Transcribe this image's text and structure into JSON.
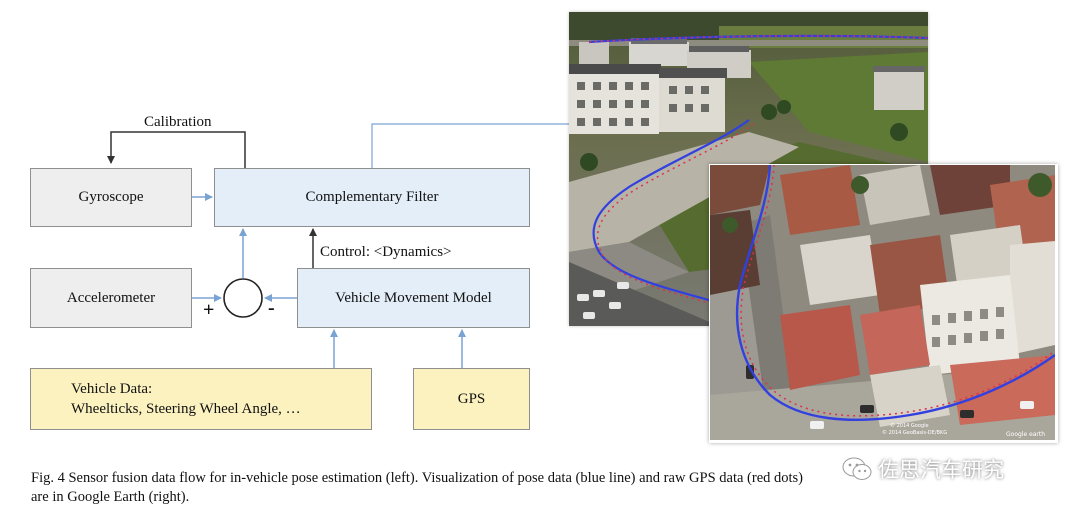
{
  "diagram": {
    "nodes": {
      "gyroscope": "Gyroscope",
      "complementary_filter": "Complementary Filter",
      "accelerometer": "Accelerometer",
      "vehicle_movement_model": "Vehicle Movement Model",
      "vehicle_data_line1": "Vehicle Data:",
      "vehicle_data_line2": "Wheelticks, Steering Wheel Angle, …",
      "gps": "GPS"
    },
    "edge_labels": {
      "calibration": "Calibration",
      "control": "Control: <Dynamics>"
    },
    "operator_signs": {
      "plus": "+",
      "minus": "-"
    }
  },
  "caption": "Fig. 4 Sensor fusion data flow for in-vehicle pose estimation (left). Visualization of pose data (blue line) and raw GPS data (red dots) are in Google Earth (right).",
  "watermark": {
    "icon": "wechat-icon",
    "text": "佐思汽车研究"
  },
  "imagery": {
    "pose_line_color": "#3340e0",
    "gps_dot_color": "#e0304a",
    "copyright_line1": "© 2014 Google",
    "copyright_line2": "© 2014 GeoBasis-DE/BKG",
    "copyright_corner": "Google earth"
  },
  "colors": {
    "arrow": "#7aa3d4",
    "box_border": "#8f8f8f",
    "gray_fill": "#eeeeee",
    "blue_fill": "#e3eef8",
    "yellow_fill": "#fbf2c0"
  }
}
